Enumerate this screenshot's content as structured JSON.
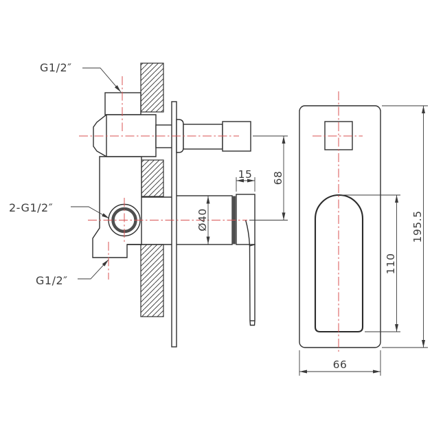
{
  "drawing": {
    "kind": "technical-installation-drawing",
    "subject": "concealed-shower-mixer-valve",
    "colors": {
      "line": "#2f2f2f",
      "centerline": "#d85050",
      "background": "#ffffff"
    },
    "labels": {
      "top_inlet": "G1/2″",
      "side_ports": "2-G1/2″",
      "bottom_outlet": "G1/2″"
    },
    "dimensions": {
      "collar_width": "15",
      "inlet_to_handle": "68",
      "handle_hub_diameter": "Ø40",
      "handle_length": "110",
      "plate_height": "195.5",
      "plate_width": "66"
    }
  }
}
